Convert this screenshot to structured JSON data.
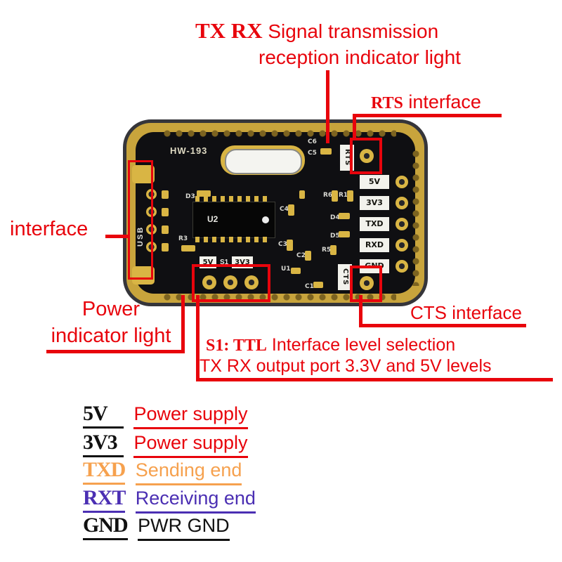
{
  "colors": {
    "red": "#e8040c",
    "gold": "#c8a43c",
    "board_black": "#0f0f12",
    "orange": "#f6a14e",
    "purple": "#4b2fb3",
    "black": "#111111"
  },
  "annotations": {
    "title_key": "TX RX",
    "title_rest": " Signal transmission",
    "title_line2": "reception indicator light",
    "rts_key": "RTS",
    "rts_rest": " interface",
    "interface_label": "interface",
    "power_line1": "Power",
    "power_line2": "indicator light",
    "cts_label": "CTS interface",
    "s1_key": "S1: TTL",
    "s1_rest": " Interface level selection",
    "s1_line2": "TX RX output port 3.3V and 5V levels"
  },
  "board": {
    "name": "HW-193",
    "usb_label": "USB",
    "u2": "U2",
    "s1": "S1",
    "rts_pad": "RTS",
    "cts_pad": "CTS",
    "s1_left": "5V",
    "s1_right": "3V3",
    "pins": [
      {
        "label": "5V"
      },
      {
        "label": "3V3"
      },
      {
        "label": "TXD"
      },
      {
        "label": "RXD"
      },
      {
        "label": "GND"
      }
    ],
    "components": [
      {
        "label": "D3"
      },
      {
        "label": "R3"
      },
      {
        "label": "C4"
      },
      {
        "label": "C3"
      },
      {
        "label": "C2"
      },
      {
        "label": "C5"
      },
      {
        "label": "C6"
      },
      {
        "label": "R6"
      },
      {
        "label": "R1"
      },
      {
        "label": "D4"
      },
      {
        "label": "D5"
      },
      {
        "label": "R5"
      },
      {
        "label": "U1"
      },
      {
        "label": "C1"
      }
    ]
  },
  "legend": {
    "items": [
      {
        "key": "5V",
        "desc": "Power supply"
      },
      {
        "key": "3V3",
        "desc": "Power supply"
      },
      {
        "key": "TXD",
        "desc": "Sending end"
      },
      {
        "key": "RXT",
        "desc": "Receiving end"
      },
      {
        "key": "GND",
        "desc": "PWR GND"
      }
    ]
  }
}
